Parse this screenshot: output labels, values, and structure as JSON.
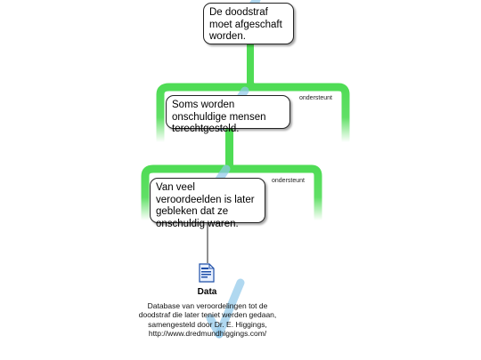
{
  "colors": {
    "accent": "#4fdc55",
    "check": "#8ec8ea"
  },
  "nodes": {
    "claim": {
      "text": "De doodstraf moet afgeschaft worden."
    },
    "reason1": {
      "text": "Soms worden onschuldige mensen terechtgesteld.",
      "relation": "ondersteunt"
    },
    "reason2": {
      "text": "Van veel veroordeelden is later gebleken dat ze onschuldig waren.",
      "relation": "ondersteunt"
    }
  },
  "source": {
    "icon": "document-icon",
    "title": "Data",
    "text": "Database van veroordelingen tot de doodstraf die later teniet werden gedaan, samengesteld door Dr. E. Higgings, http://www.dredmundhiggings.com/"
  }
}
